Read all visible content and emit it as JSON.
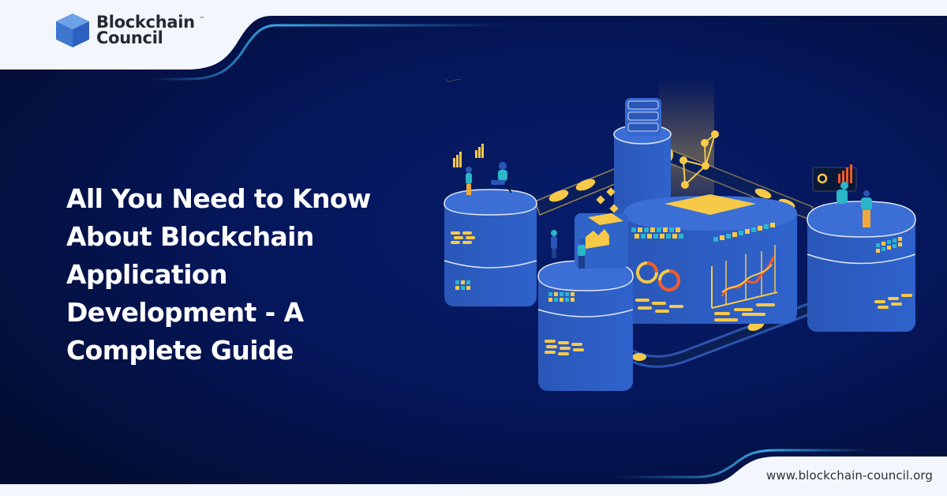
{
  "brand": {
    "name_line1": "Blockchain",
    "name_line2": "Council",
    "trademark": "™",
    "logo_icon": "cube-icon"
  },
  "headline": {
    "lines": [
      "All You Need to Know",
      "About Blockchain",
      "Application",
      "Development - A",
      "Complete Guide"
    ]
  },
  "footer": {
    "url": "www.blockchain-council.org"
  },
  "illustration": {
    "description": "Isometric blockchain servers connected by glowing data tubes with people working on dashboards",
    "icons": [
      "server-block-icon",
      "data-tube-icon",
      "network-node-icon",
      "analytics-chart-icon",
      "person-icon"
    ]
  },
  "colors": {
    "page_bg": "#f3f7fd",
    "banner_dark": "#04103a",
    "banner_mid": "#05185a",
    "accent_line": "#3aa6e6",
    "block_blue": "#2f5fc4",
    "block_top": "#3b6fd6",
    "glow_yellow": "#f7c948",
    "teal": "#2bb6c9",
    "orange": "#f05a2a",
    "text_dark": "#222a35",
    "text_white": "#ffffff"
  }
}
